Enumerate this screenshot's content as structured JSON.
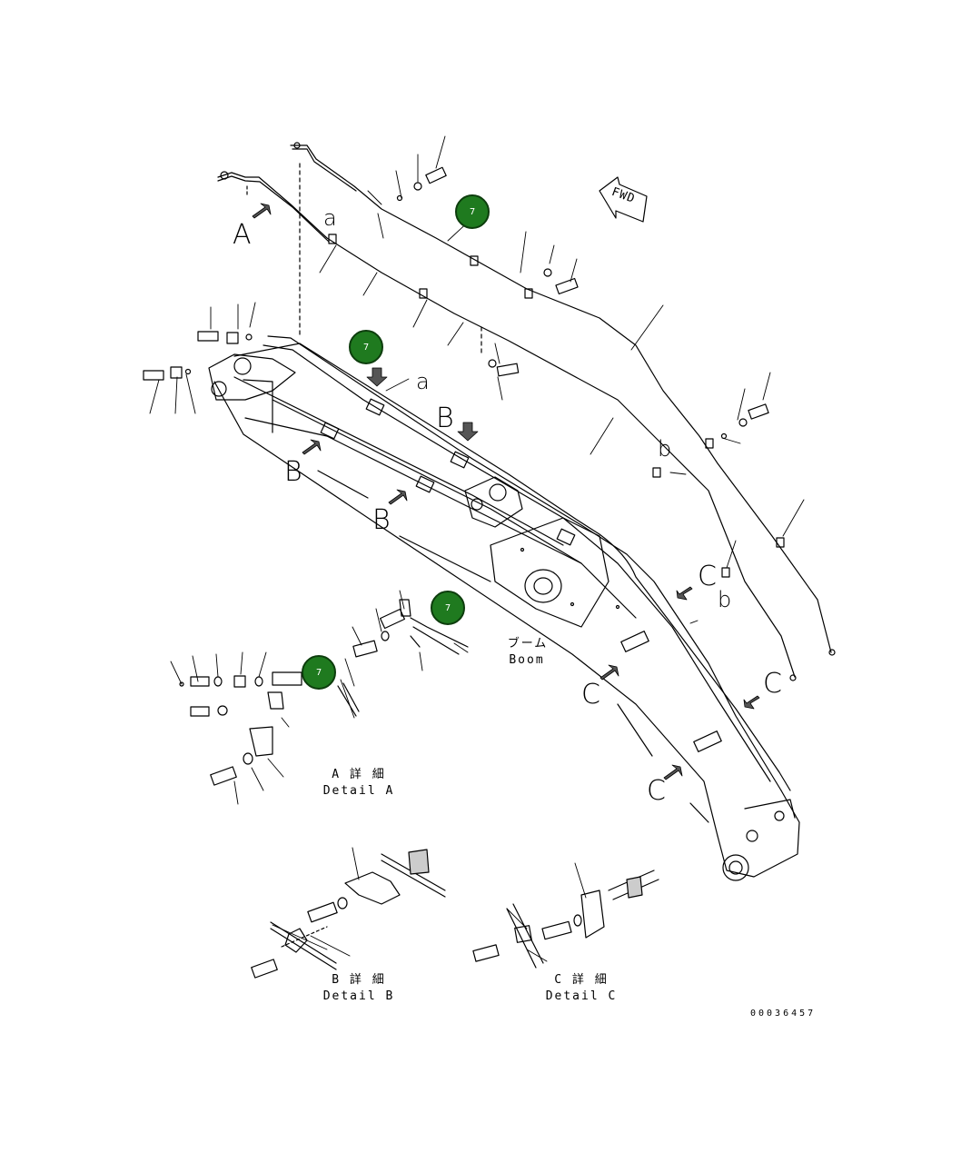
{
  "drawing_number": "00036457",
  "part_name": {
    "jp": "ブーム",
    "en": "Boom"
  },
  "direction_label": "FWD",
  "view_letters": {
    "A": "A",
    "B": "B",
    "C": "C",
    "a": "a",
    "b": "b"
  },
  "details": {
    "A": {
      "jp": "A 詳 細",
      "en": "Detail A"
    },
    "B": {
      "jp": "B 詳 細",
      "en": "Detail B"
    },
    "C": {
      "jp": "C 詳 細",
      "en": "Detail C"
    }
  },
  "callouts": [
    {
      "number": "7"
    },
    {
      "number": "7"
    },
    {
      "number": "7"
    },
    {
      "number": "7"
    }
  ],
  "colors": {
    "line": "#000000",
    "callout_fill": "#1f7a1f",
    "callout_text": "#ffffff"
  }
}
